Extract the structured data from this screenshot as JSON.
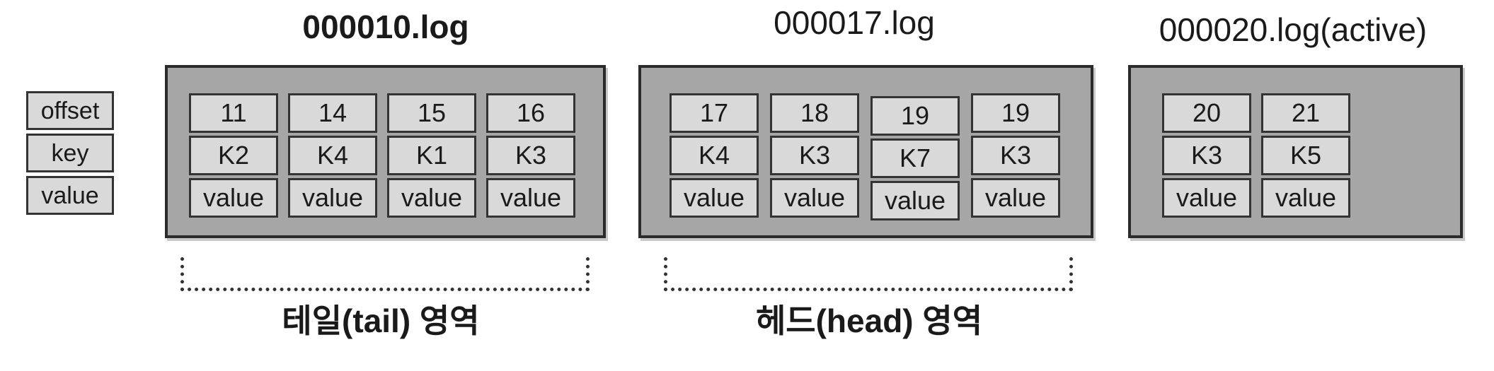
{
  "legend": [
    "offset",
    "key",
    "value"
  ],
  "segments": [
    {
      "name": "000010.log",
      "records": [
        {
          "offset": "11",
          "key": "K2",
          "value": "value"
        },
        {
          "offset": "14",
          "key": "K4",
          "value": "value"
        },
        {
          "offset": "15",
          "key": "K1",
          "value": "value"
        },
        {
          "offset": "16",
          "key": "K3",
          "value": "value"
        }
      ]
    },
    {
      "name": "000017.log",
      "records": [
        {
          "offset": "17",
          "key": "K4",
          "value": "value"
        },
        {
          "offset": "18",
          "key": "K3",
          "value": "value"
        },
        {
          "offset": "19",
          "key": "K7",
          "value": "value"
        },
        {
          "offset": "19",
          "key": "K3",
          "value": "value"
        }
      ]
    },
    {
      "name": "000020.log(active)",
      "records": [
        {
          "offset": "20",
          "key": "K3",
          "value": "value"
        },
        {
          "offset": "21",
          "key": "K5",
          "value": "value"
        }
      ]
    }
  ],
  "regions": {
    "tail": "테일(tail) 영역",
    "head": "헤드(head) 영역"
  }
}
